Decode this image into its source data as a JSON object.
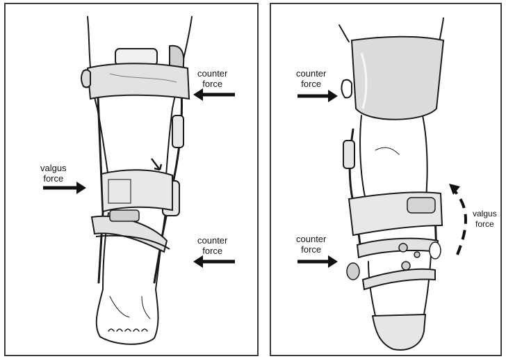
{
  "labels": {
    "left_top": [
      "counter",
      "force"
    ],
    "left_middle": [
      "valgus",
      "force"
    ],
    "left_bottom": [
      "counter",
      "force"
    ],
    "right_top": [
      "counter",
      "force"
    ],
    "right_bottom": [
      "counter",
      "force"
    ],
    "right_side": [
      "valgus",
      "force"
    ]
  },
  "colors": {
    "ink": "#1a1a1a",
    "strap": "#e2e2e2",
    "shell": "#dcdcdc",
    "skin": "#ffffff"
  }
}
